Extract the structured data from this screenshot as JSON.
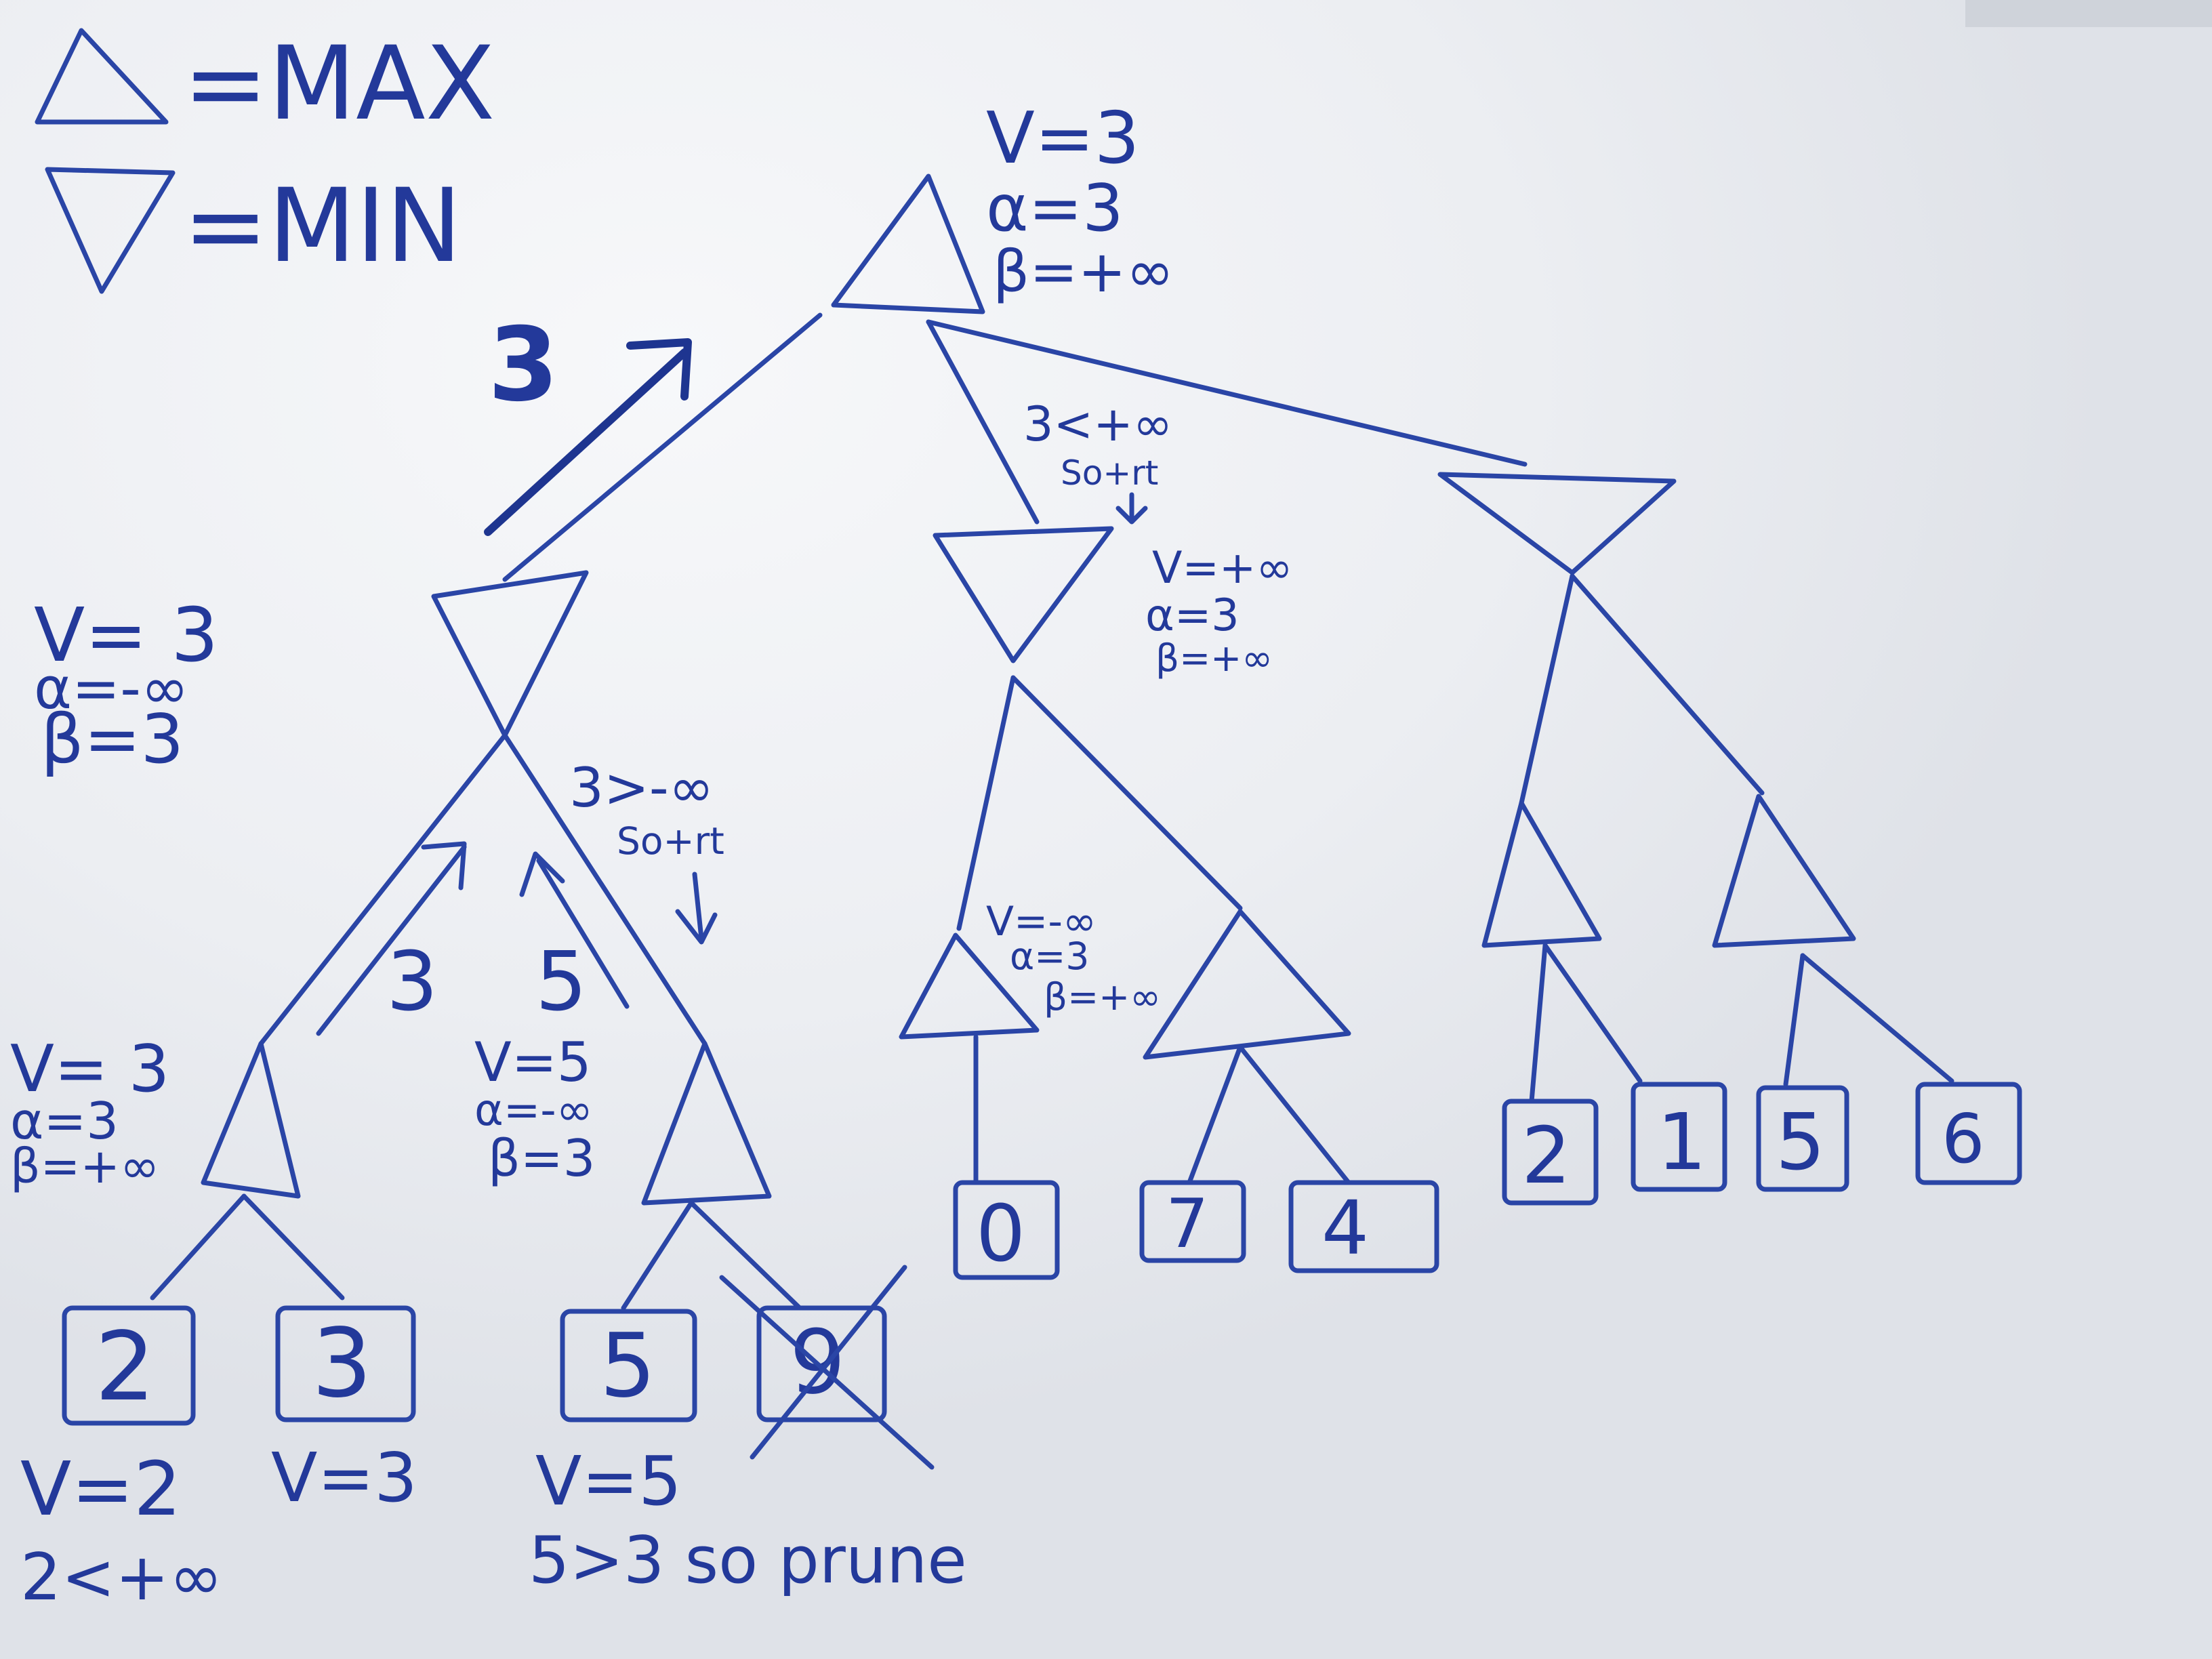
{
  "legend": {
    "max": "=MAX",
    "min": "=MIN"
  },
  "root": {
    "v": "V=3",
    "alpha": "α=3",
    "beta": "β=+∞",
    "returned": "3"
  },
  "left_min": {
    "v": "V= 3",
    "alpha": "α=-∞",
    "beta": "β=3",
    "note1": "3>-∞",
    "note2": "So+rt"
  },
  "left_max1": {
    "v": "V= 3",
    "alpha": "α=3",
    "beta": "β=+∞",
    "returned": "3"
  },
  "left_max2": {
    "v": "V=5",
    "alpha": "α=-∞",
    "beta": "β=3",
    "returned": "5"
  },
  "leaves_left": [
    {
      "value": "2",
      "v": "V=2",
      "note": "2<+∞"
    },
    {
      "value": "3",
      "v": "V=3"
    },
    {
      "value": "5",
      "v": "V=5",
      "note": "5>3 so prune"
    },
    {
      "value": "9",
      "pruned": true
    }
  ],
  "mid_min": {
    "note1": "3<+∞",
    "note2": "So+rt",
    "v": "V=+∞",
    "alpha": "α=3",
    "beta": "β=+∞"
  },
  "mid_max1": {
    "v": "V=-∞",
    "alpha": "α=3",
    "beta": "β=+∞"
  },
  "leaves_mid": [
    "0",
    "7",
    "4"
  ],
  "leaves_right": [
    "2",
    "1",
    "5",
    "6"
  ],
  "colors": {
    "marker": "#2a45a6",
    "board": "#e9ebef"
  }
}
